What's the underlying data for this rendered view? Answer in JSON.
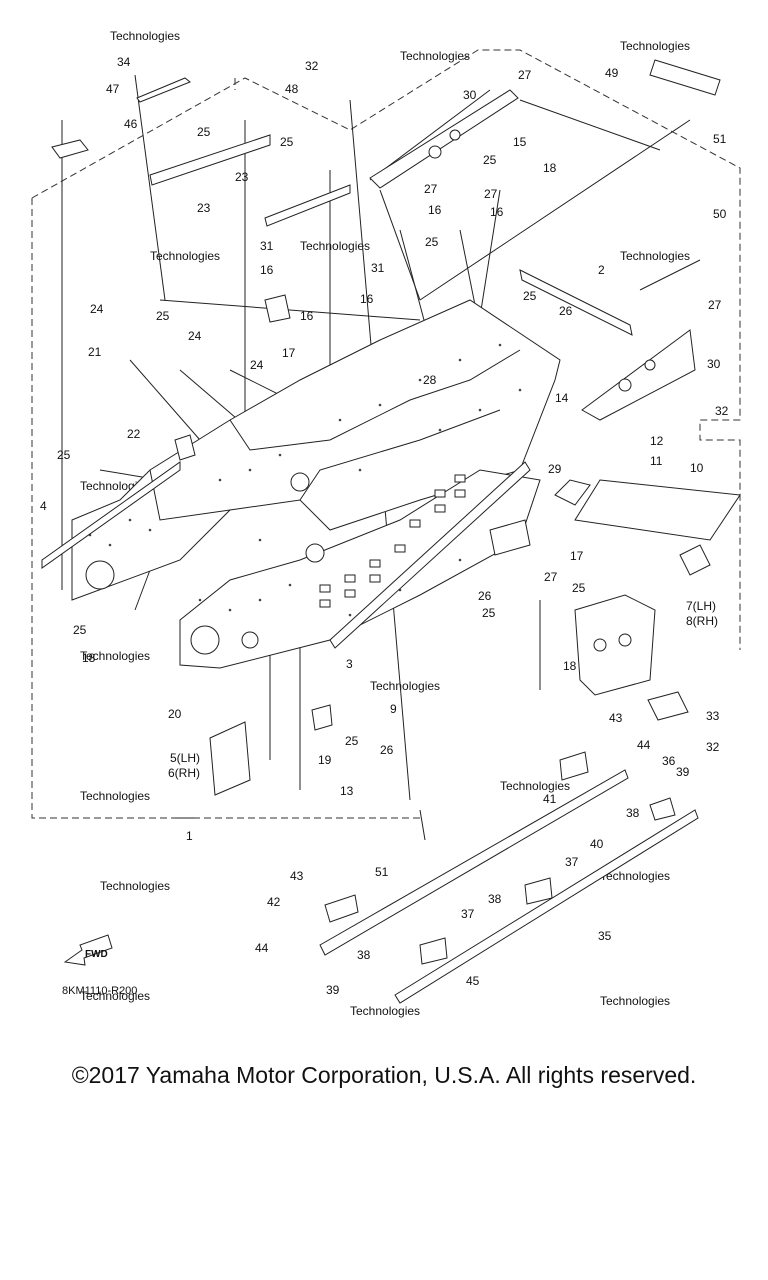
{
  "diagram_code": "8KM1110-R200",
  "fwd_label": "FWD",
  "copyright": "©2017 Yamaha Motor Corporation, U.S.A. All rights reserved.",
  "callouts": [
    {
      "id": "c1",
      "text": "1"
    },
    {
      "id": "c2",
      "text": "2"
    },
    {
      "id": "c3",
      "text": "3"
    },
    {
      "id": "c4",
      "text": "4"
    },
    {
      "id": "c5",
      "text": "5(LH)"
    },
    {
      "id": "c6",
      "text": "6(RH)"
    },
    {
      "id": "c7",
      "text": "7(LH)"
    },
    {
      "id": "c8",
      "text": "8(RH)"
    },
    {
      "id": "c9",
      "text": "9"
    },
    {
      "id": "c10",
      "text": "10"
    },
    {
      "id": "c11",
      "text": "11"
    },
    {
      "id": "c12",
      "text": "12"
    },
    {
      "id": "c13",
      "text": "13"
    },
    {
      "id": "c14",
      "text": "14"
    },
    {
      "id": "c15",
      "text": "15"
    },
    {
      "id": "c16a",
      "text": "16"
    },
    {
      "id": "c16b",
      "text": "16"
    },
    {
      "id": "c16c",
      "text": "16"
    },
    {
      "id": "c16d",
      "text": "16"
    },
    {
      "id": "c16e",
      "text": "16"
    },
    {
      "id": "c17a",
      "text": "17"
    },
    {
      "id": "c17b",
      "text": "17"
    },
    {
      "id": "c18a",
      "text": "18"
    },
    {
      "id": "c18b",
      "text": "18"
    },
    {
      "id": "c18c",
      "text": "18"
    },
    {
      "id": "c19",
      "text": "19"
    },
    {
      "id": "c20",
      "text": "20"
    },
    {
      "id": "c21",
      "text": "21"
    },
    {
      "id": "c22",
      "text": "22"
    },
    {
      "id": "c23a",
      "text": "23"
    },
    {
      "id": "c23b",
      "text": "23"
    },
    {
      "id": "c24a",
      "text": "24"
    },
    {
      "id": "c24b",
      "text": "24"
    },
    {
      "id": "c24c",
      "text": "24"
    },
    {
      "id": "c25a",
      "text": "25"
    },
    {
      "id": "c25b",
      "text": "25"
    },
    {
      "id": "c25c",
      "text": "25"
    },
    {
      "id": "c25d",
      "text": "25"
    },
    {
      "id": "c25e",
      "text": "25"
    },
    {
      "id": "c25f",
      "text": "25"
    },
    {
      "id": "c25g",
      "text": "25"
    },
    {
      "id": "c25h",
      "text": "25"
    },
    {
      "id": "c25i",
      "text": "25"
    },
    {
      "id": "c25j",
      "text": "25"
    },
    {
      "id": "c25k",
      "text": "25"
    },
    {
      "id": "c26a",
      "text": "26"
    },
    {
      "id": "c26b",
      "text": "26"
    },
    {
      "id": "c26c",
      "text": "26"
    },
    {
      "id": "c27a",
      "text": "27"
    },
    {
      "id": "c27b",
      "text": "27"
    },
    {
      "id": "c27c",
      "text": "27"
    },
    {
      "id": "c27d",
      "text": "27"
    },
    {
      "id": "c27e",
      "text": "27"
    },
    {
      "id": "c28",
      "text": "28"
    },
    {
      "id": "c29",
      "text": "29"
    },
    {
      "id": "c30a",
      "text": "30"
    },
    {
      "id": "c30b",
      "text": "30"
    },
    {
      "id": "c31a",
      "text": "31"
    },
    {
      "id": "c31b",
      "text": "31"
    },
    {
      "id": "c32a",
      "text": "32"
    },
    {
      "id": "c32b",
      "text": "32"
    },
    {
      "id": "c32c",
      "text": "32"
    },
    {
      "id": "c33",
      "text": "33"
    },
    {
      "id": "c34",
      "text": "34"
    },
    {
      "id": "c35",
      "text": "35"
    },
    {
      "id": "c36",
      "text": "36"
    },
    {
      "id": "c37a",
      "text": "37"
    },
    {
      "id": "c37b",
      "text": "37"
    },
    {
      "id": "c38a",
      "text": "38"
    },
    {
      "id": "c38b",
      "text": "38"
    },
    {
      "id": "c38c",
      "text": "38"
    },
    {
      "id": "c39a",
      "text": "39"
    },
    {
      "id": "c39b",
      "text": "39"
    },
    {
      "id": "c40",
      "text": "40"
    },
    {
      "id": "c41",
      "text": "41"
    },
    {
      "id": "c42",
      "text": "42"
    },
    {
      "id": "c43a",
      "text": "43"
    },
    {
      "id": "c43b",
      "text": "43"
    },
    {
      "id": "c44a",
      "text": "44"
    },
    {
      "id": "c44b",
      "text": "44"
    },
    {
      "id": "c45",
      "text": "45"
    },
    {
      "id": "c46",
      "text": "46"
    },
    {
      "id": "c47",
      "text": "47"
    },
    {
      "id": "c48",
      "text": "48"
    },
    {
      "id": "c49",
      "text": "49"
    },
    {
      "id": "c50",
      "text": "50"
    },
    {
      "id": "c51a",
      "text": "51"
    },
    {
      "id": "c51b",
      "text": "51"
    }
  ]
}
